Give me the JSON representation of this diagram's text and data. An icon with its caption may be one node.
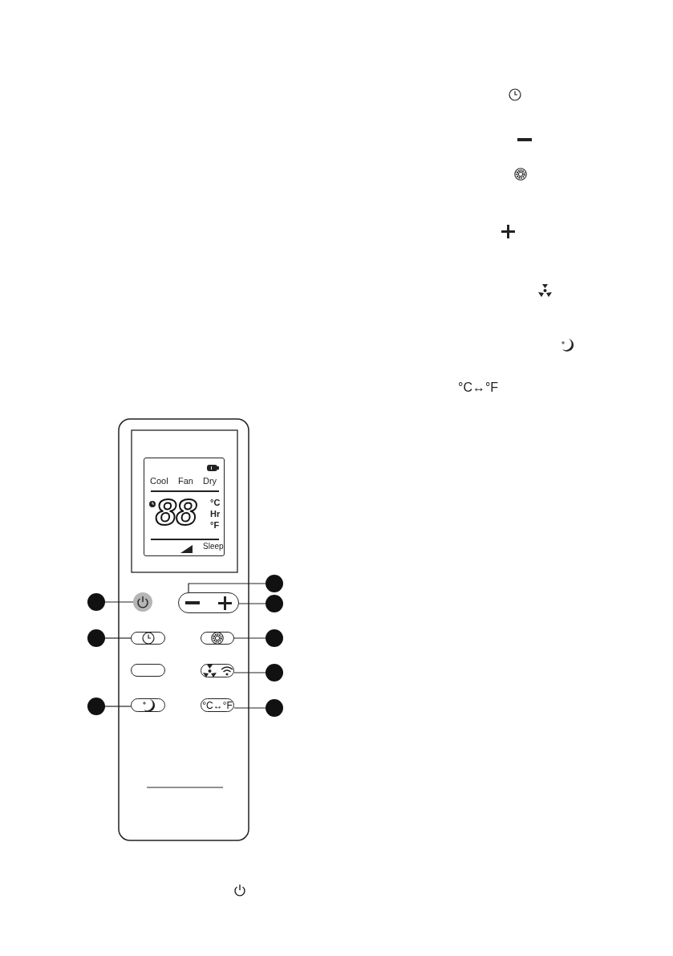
{
  "diagram": {
    "nodes": [
      {
        "text": [
          "Cool",
          "Fan",
          "Dry",
          "88",
          "°C",
          "Hr",
          "°F",
          "Sleep"
        ]
      },
      {
        "text": [],
        "shape": "circle"
      },
      {
        "text": [],
        "shape": "circle"
      },
      {
        "text": [],
        "shape": "circle"
      },
      {
        "text": [],
        "shape": "box"
      },
      {
        "text": [],
        "shape": "circle"
      },
      {
        "text": [],
        "shape": "circle"
      },
      {
        "text": [],
        "shape": "box"
      },
      {
        "text": [],
        "shape": "box"
      },
      {
        "text": [],
        "shape": "circle"
      },
      {
        "text": [],
        "shape": "box"
      },
      {
        "text": [],
        "shape": "box"
      },
      {
        "text": [],
        "shape": "circle"
      },
      {
        "text": [],
        "shape": "circle"
      },
      {
        "text": [],
        "shape": "box"
      },
      {
        "text": [
          "°C↔°F"
        ]
      },
      {
        "text": [],
        "shape": "circle"
      }
    ],
    "edges": [
      {
        "from": 1,
        "to": 4,
        "arrow": "none"
      },
      {
        "from": 2,
        "to": 3,
        "arrow": "none"
      },
      {
        "from": 5,
        "to": 4,
        "arrow": "none"
      },
      {
        "from": 6,
        "to": 7,
        "arrow": "none"
      },
      {
        "from": 9,
        "to": 8,
        "arrow": "none"
      },
      {
        "from": 12,
        "to": 11,
        "arrow": "none"
      },
      {
        "from": 13,
        "to": 14,
        "arrow": "none"
      },
      {
        "from": 16,
        "to": 15,
        "arrow": "none"
      }
    ],
    "labels": [
      "°C↔°F"
    ]
  }
}
